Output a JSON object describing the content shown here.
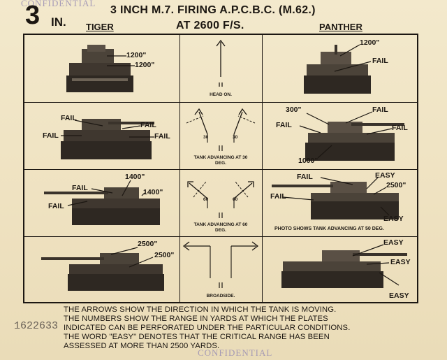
{
  "stamps": {
    "top": "CONFIDENTIAL",
    "bottom": "CONFIDENTIAL"
  },
  "header": {
    "number": "3",
    "unit": "IN.",
    "title_line1": "3 INCH M.7. FIRING A.P.C.B.C. (M.62.)",
    "title_line2": "AT 2600 F/S.",
    "left_col": "TIGER",
    "right_col": "PANTHER"
  },
  "rows": [
    {
      "center_caption": "HEAD ON.",
      "tiger": [
        "1200\"",
        "1200\""
      ],
      "panther": [
        "1200\"",
        "FAIL"
      ]
    },
    {
      "center_caption": "TANK ADVANCING AT 30 DEG.",
      "angle": "30",
      "tiger": [
        "FAIL",
        "FAIL",
        "FAIL",
        "FAIL"
      ],
      "panther": [
        "300\"",
        "FAIL",
        "FAIL",
        "FAIL",
        "1000\""
      ]
    },
    {
      "center_caption": "TANK ADVANCING AT 60 DEG.",
      "angle": "60",
      "tiger": [
        "1400\"",
        "FAIL",
        "1400\"",
        "FAIL"
      ],
      "panther": [
        "FAIL",
        "EASY",
        "2500\"",
        "FAIL",
        "EASY"
      ],
      "panther_caption": "PHOTO SHOWS TANK ADVANCING AT 50 DEG."
    },
    {
      "center_caption": "BROADSIDE.",
      "tiger": [
        "2500\"",
        "2500\""
      ],
      "panther": [
        "EASY",
        "EASY",
        "EASY"
      ]
    }
  ],
  "footer": [
    "THE ARROWS SHOW THE DIRECTION IN WHICH THE TANK IS MOVING.",
    "THE NUMBERS SHOW THE RANGE IN YARDS AT WHICH THE PLATES",
    "INDICATED CAN BE PERFORATED UNDER THE PARTICULAR CONDITIONS.",
    "THE WORD \"EASY\" DENOTES THAT THE CRITICAL RANGE HAS BEEN",
    "ASSESSED AT MORE THAN 2500 YARDS."
  ],
  "serial": "1622633"
}
